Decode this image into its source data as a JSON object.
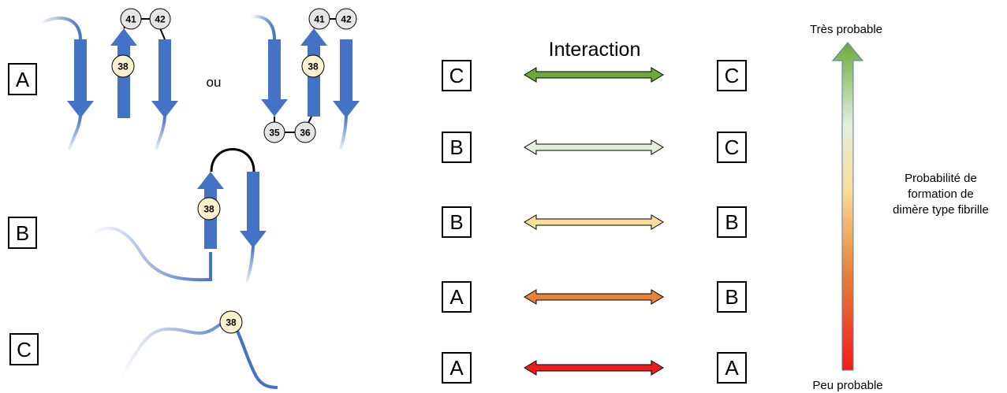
{
  "panel_labels": {
    "a": "A",
    "b": "B",
    "c": "C"
  },
  "or_text": "ou",
  "residues": {
    "r38": "38",
    "r41": "41",
    "r42": "42",
    "r35": "35",
    "r36": "36"
  },
  "interaction": {
    "title": "Interaction",
    "pairs": [
      {
        "left": "C",
        "right": "C",
        "color": "#6aaa3a"
      },
      {
        "left": "B",
        "right": "C",
        "color": "#e4eedb"
      },
      {
        "left": "B",
        "right": "B",
        "color": "#f8dd98"
      },
      {
        "left": "A",
        "right": "B",
        "color": "#e8823a"
      },
      {
        "left": "A",
        "right": "A",
        "color": "#ee1c1c"
      }
    ]
  },
  "scale": {
    "top_label": "Très probable",
    "bottom_label": "Peu probable",
    "side_lines": [
      "Probabilité de",
      "formation de",
      "dimère type fibrille"
    ],
    "gradient_colors": [
      "#6aaa3a",
      "#e4eedb",
      "#f8dd98",
      "#e8823a",
      "#ee1c1c"
    ]
  },
  "colors": {
    "strand": "#4472c4",
    "residue_fill": "#e6e6e6",
    "residue_highlight": "#fdf0cc"
  }
}
